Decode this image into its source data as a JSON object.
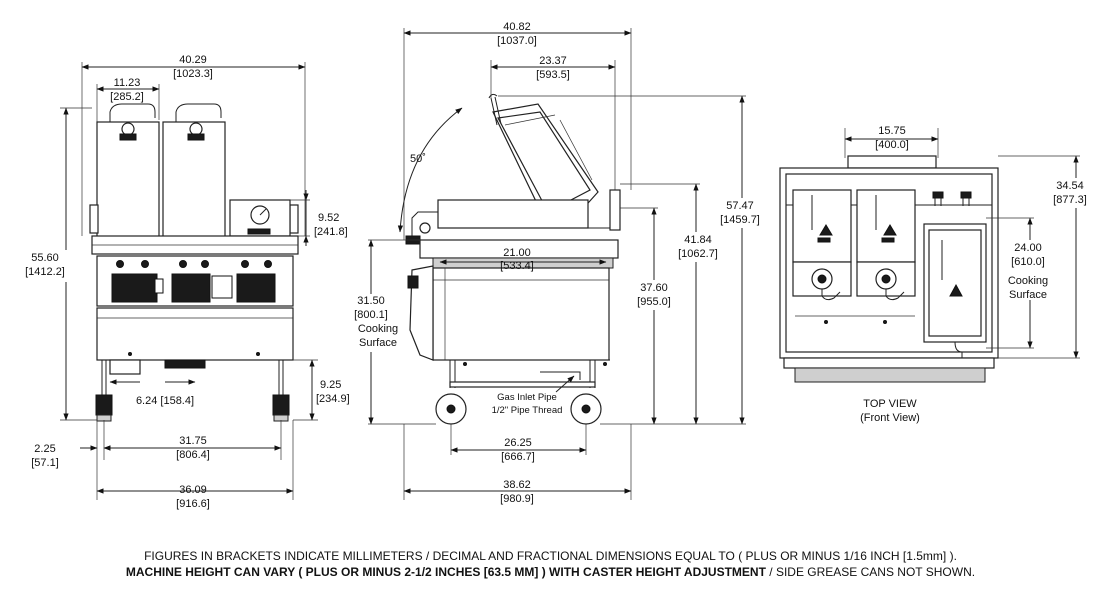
{
  "front": {
    "overall_width": "40.29",
    "overall_width_mm": "[1023.3]",
    "can_width": "11.23",
    "can_width_mm": "[285.2]",
    "height": "55.60",
    "height_mm": "[1412.2]",
    "side_h": "9.52",
    "side_h_mm": "[241.8]",
    "leg_h": "9.25",
    "leg_h_mm": "[234.9]",
    "offset": "6.24 [158.4]",
    "caster_off": "2.25",
    "caster_off_mm": "[57.1]",
    "caster_span": "31.75",
    "caster_span_mm": "[806.4]",
    "base_w": "36.09",
    "base_w_mm": "[916.6]"
  },
  "side": {
    "top_w": "40.82",
    "top_w_mm": "[1037.0]",
    "lid_w": "23.37",
    "lid_w_mm": "[593.5]",
    "angle": "50˚",
    "cook_w": "21.00",
    "cook_w_mm": "[533.4]",
    "cook_h": "31.50",
    "cook_h_mm": "[800.1]",
    "cook_label1": "Cooking",
    "cook_label2": "Surface",
    "h_total": "57.47",
    "h_total_mm": "[1459.7]",
    "h_mid": "41.84",
    "h_mid_mm": "[1062.7]",
    "h_low": "37.60",
    "h_low_mm": "[955.0]",
    "gas1": "Gas Inlet Pipe",
    "gas2": "1/2\" Pipe Thread",
    "wheel_span": "26.25",
    "wheel_span_mm": "[666.7]",
    "base_w": "38.62",
    "base_w_mm": "[980.9]"
  },
  "top": {
    "w": "15.75",
    "w_mm": "[400.0]",
    "depth": "34.54",
    "depth_mm": "[877.3]",
    "cook": "24.00",
    "cook_mm": "[610.0]",
    "cook_label1": "Cooking",
    "cook_label2": "Surface",
    "title": "TOP VIEW",
    "subtitle": "(Front View)"
  },
  "notes": {
    "line1": "FIGURES IN BRACKETS INDICATE MILLIMETERS / DECIMAL AND FRACTIONAL DIMENSIONS EQUAL TO ( PLUS OR MINUS 1/16 INCH [1.5mm] ).",
    "line2_bold": "MACHINE HEIGHT CAN VARY ( PLUS OR MINUS  2-1/2 INCHES [63.5 MM] ) WITH CASTER HEIGHT ADJUSTMENT",
    "line2_rest": " / SIDE GREASE CANS NOT SHOWN."
  }
}
